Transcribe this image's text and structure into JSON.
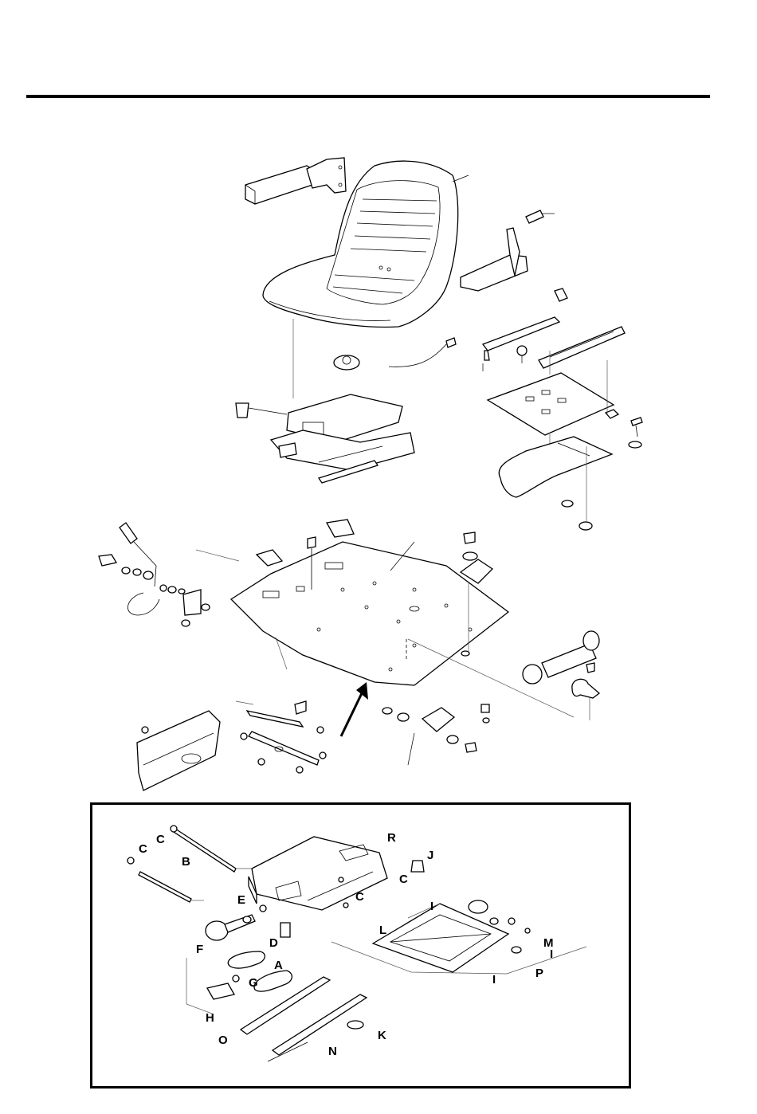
{
  "inset": {
    "labels": [
      {
        "id": "A",
        "text": "A"
      },
      {
        "id": "B",
        "text": "B"
      },
      {
        "id": "C1",
        "text": "C"
      },
      {
        "id": "C2",
        "text": "C"
      },
      {
        "id": "C3",
        "text": "C"
      },
      {
        "id": "C4",
        "text": "C"
      },
      {
        "id": "D",
        "text": "D"
      },
      {
        "id": "E",
        "text": "E"
      },
      {
        "id": "F",
        "text": "F"
      },
      {
        "id": "G",
        "text": "G"
      },
      {
        "id": "H",
        "text": "H"
      },
      {
        "id": "I1",
        "text": "I"
      },
      {
        "id": "I2",
        "text": "I"
      },
      {
        "id": "I3",
        "text": "I"
      },
      {
        "id": "J",
        "text": "J"
      },
      {
        "id": "K",
        "text": "K"
      },
      {
        "id": "L",
        "text": "L"
      },
      {
        "id": "M",
        "text": "M"
      },
      {
        "id": "N",
        "text": "N"
      },
      {
        "id": "O",
        "text": "O"
      },
      {
        "id": "P",
        "text": "P"
      },
      {
        "id": "R",
        "text": "R"
      }
    ]
  }
}
